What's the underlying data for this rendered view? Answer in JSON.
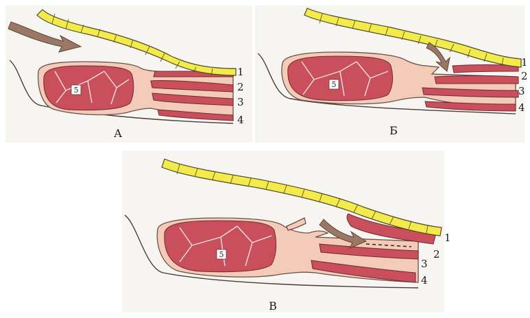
{
  "panels": [
    {
      "id": "A",
      "label": "А",
      "center_label": "5",
      "numbers": [
        "1",
        "2",
        "3",
        "4"
      ]
    },
    {
      "id": "B",
      "label": "Б",
      "center_label": "5",
      "numbers": [
        "1",
        "2",
        "3",
        "4"
      ]
    },
    {
      "id": "V",
      "label": "В",
      "center_label": "5",
      "numbers": [
        "1",
        "2",
        "3",
        "4"
      ]
    }
  ],
  "colors": {
    "nerve": "#f3ea4b",
    "muscle": "#c94f5c",
    "connective_tissue": "#f4cbb8",
    "arrow": "#9b7865"
  },
  "icons": {
    "arrow": "curved-arrow-icon"
  }
}
